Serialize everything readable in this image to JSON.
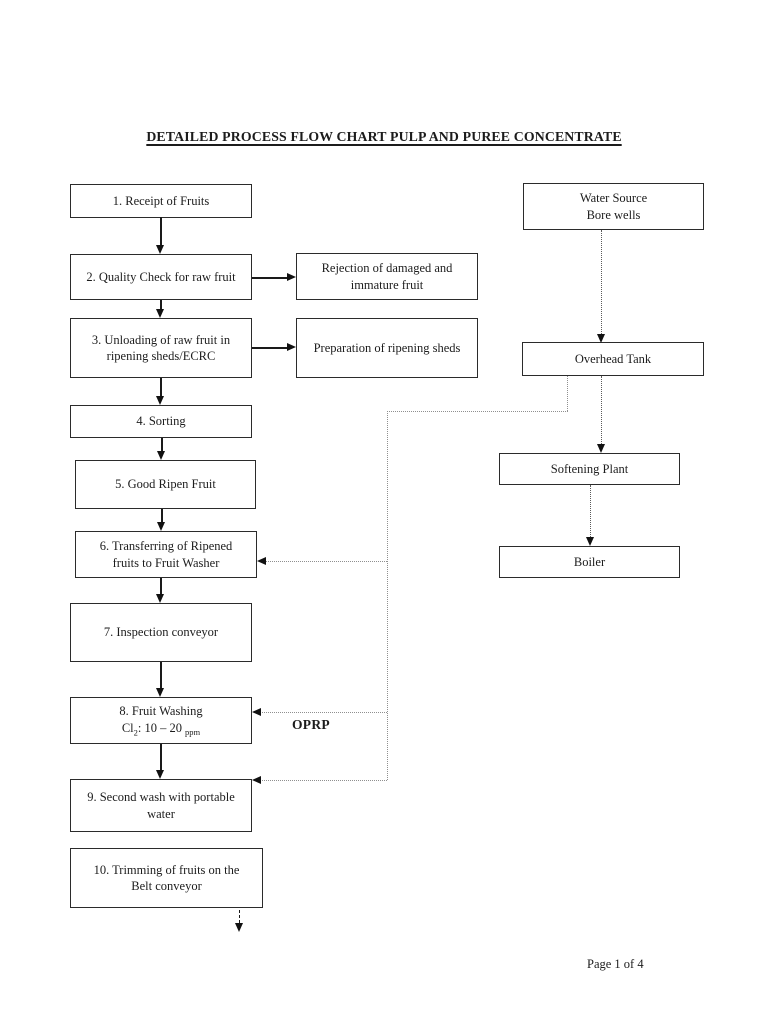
{
  "document": {
    "title": "DETAILED PROCESS FLOW CHART PULP AND PUREE CONCENTRATE",
    "footer": "Page 1 of 4"
  },
  "flowchart": {
    "main_steps": [
      "1. Receipt of Fruits",
      "2. Quality Check for raw fruit",
      "3. Unloading of raw fruit in ripening sheds/ECRC",
      "4. Sorting",
      "5. Good Ripen Fruit",
      "6. Transferring of Ripened fruits to Fruit Washer",
      "7. Inspection conveyor",
      "8. Fruit Washing Cl2: 10 – 20 ppm",
      "9. Second wash with portable water",
      "10. Trimming of fruits on the Belt conveyor"
    ],
    "step8": {
      "line1": "8. Fruit Washing",
      "chem": "Cl",
      "chem_sub": "2",
      "dose": ": 10 – 20",
      "unit": "ppm"
    },
    "side_branches": [
      "Rejection of damaged and immature fruit",
      "Preparation of ripening sheds"
    ],
    "water_line": {
      "source_line1": "Water Source",
      "source_line2": "Bore wells",
      "overhead_tank": "Overhead Tank",
      "softening_plant": "Softening Plant",
      "boiler": "Boiler"
    },
    "annotation_oprp": "OPRP"
  }
}
